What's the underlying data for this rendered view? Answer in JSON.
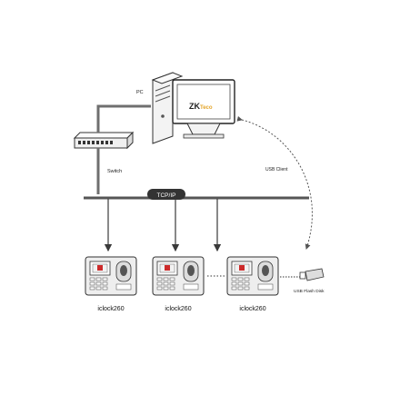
{
  "labels": {
    "pc": "PC",
    "switch": "Switch",
    "tcpip": "TCP/IP",
    "usb_client": "USB Client",
    "usb_flash_disk": "USB Flash Disk"
  },
  "brand": {
    "logo_text": "ZKTeco",
    "logo_main": "ZK",
    "logo_sub": "Teco",
    "color": "#e4a52a"
  },
  "devices": [
    {
      "model": "iclock260"
    },
    {
      "model": "iclock260"
    },
    {
      "model": "iclock260"
    }
  ],
  "colors": {
    "line": "#6f6f6f",
    "bus": "#555555",
    "arrow": "#3a3a3a",
    "device_fill": "#eeeeee",
    "accent_red": "#cc2a2a"
  },
  "icons": [
    "desktop-pc-icon",
    "network-switch-icon",
    "fingerprint-terminal-icon",
    "usb-flash-disk-icon"
  ]
}
